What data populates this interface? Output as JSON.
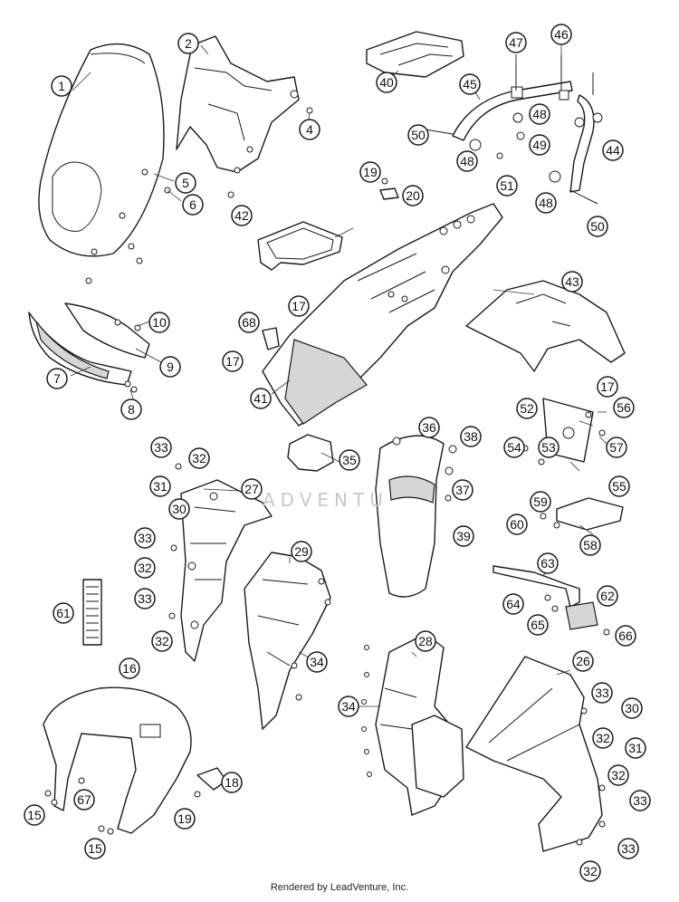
{
  "credit": "Rendered by LeadVenture, Inc.",
  "watermark": "ADVENTU",
  "callouts": [
    "1",
    "2",
    "4",
    "5",
    "6",
    "7",
    "8",
    "9",
    "10",
    "15",
    "15",
    "16",
    "17",
    "17",
    "17",
    "18",
    "19",
    "19",
    "20",
    "26",
    "27",
    "28",
    "29",
    "30",
    "30",
    "31",
    "31",
    "32",
    "32",
    "32",
    "32",
    "32",
    "32",
    "33",
    "33",
    "33",
    "33",
    "33",
    "33",
    "34",
    "34",
    "35",
    "36",
    "37",
    "38",
    "39",
    "40",
    "41",
    "42",
    "43",
    "44",
    "45",
    "46",
    "47",
    "48",
    "48",
    "48",
    "49",
    "50",
    "50",
    "51",
    "52",
    "53",
    "54",
    "55",
    "56",
    "57",
    "58",
    "59",
    "60",
    "61",
    "62",
    "63",
    "64",
    "65",
    "66",
    "67",
    "68"
  ]
}
